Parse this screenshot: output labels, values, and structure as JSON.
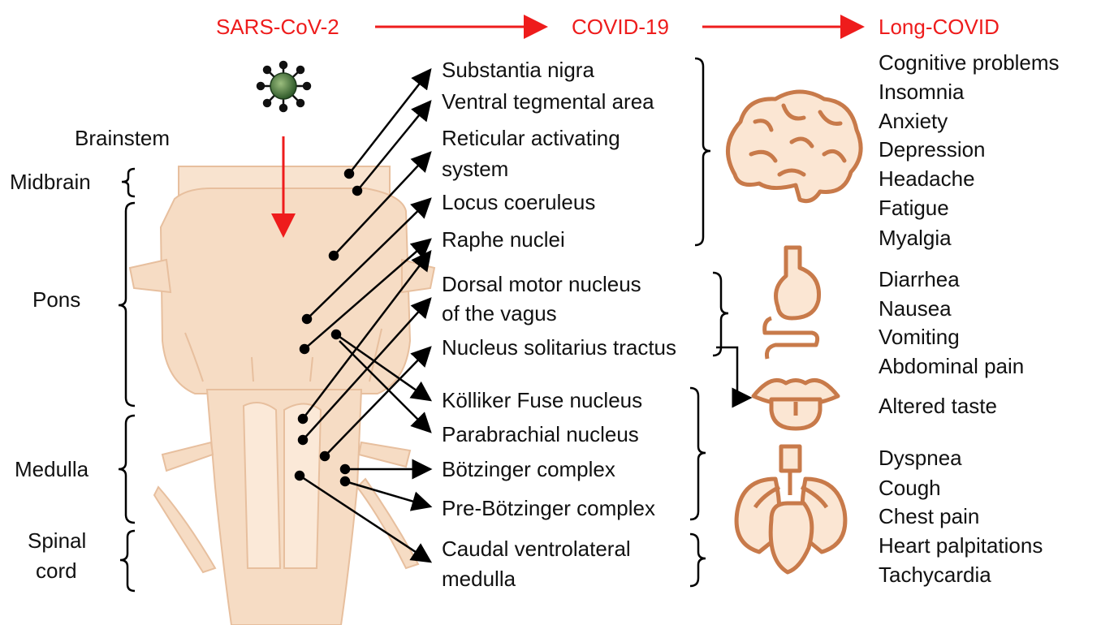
{
  "flow": {
    "step1": "SARS-CoV-2",
    "step2": "COVID-19",
    "step3": "Long-COVID"
  },
  "left": {
    "brainstem": "Brainstem",
    "midbrain": "Midbrain",
    "pons": "Pons",
    "medulla": "Medulla",
    "spinal_line1": "Spinal",
    "spinal_line2": "cord"
  },
  "nuclei": [
    "Substantia nigra",
    "Ventral tegmental area",
    "Reticular activating",
    "system",
    "Locus coeruleus",
    "Raphe nuclei",
    "Dorsal motor nucleus",
    "of the vagus",
    "Nucleus solitarius tractus",
    "Kölliker Fuse nucleus",
    "Parabrachial nucleus",
    "Bötzinger complex",
    "Pre-Bötzinger complex",
    "Caudal ventrolateral",
    "medulla"
  ],
  "symptoms": {
    "neuro": [
      "Cognitive problems",
      "Insomnia",
      "Anxiety",
      "Depression",
      "Headache",
      "Fatigue",
      "Myalgia"
    ],
    "gi": [
      "Diarrhea",
      "Nausea",
      "Vomiting",
      "Abdominal pain"
    ],
    "taste": [
      "Altered taste"
    ],
    "cardio": [
      "Dyspnea",
      "Cough",
      "Chest pain",
      "Heart palpitations",
      "Tachycardia"
    ]
  },
  "icons": [
    "virus-icon",
    "brain-icon",
    "gut-icon",
    "tongue-icon",
    "heart-lungs-icon",
    "brainstem-illustration"
  ],
  "colors": {
    "accent": "#ee1c1c",
    "organ": "#c87a4a",
    "tissue": "#f6dcc4"
  }
}
